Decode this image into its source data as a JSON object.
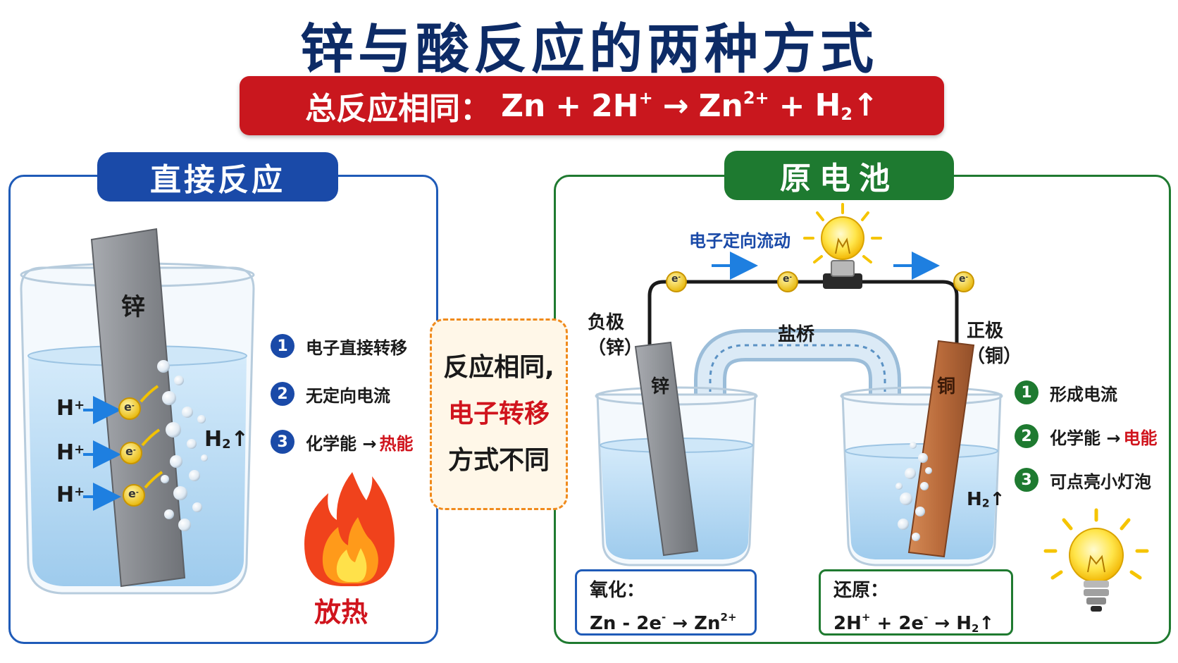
{
  "title": "锌与酸反应的两种方式",
  "banner": {
    "prefix": "总反应相同：",
    "reactant_zn": "Zn",
    "plus1": "+",
    "reactant_h": "2H",
    "h_charge": "+",
    "arrow": "→",
    "product_zn": "Zn",
    "zn_charge": "2+",
    "plus2": "+",
    "product_h": "H",
    "h_sub": "2",
    "gas_arrow": "↑"
  },
  "left_panel": {
    "tab": "直接反应",
    "zinc_label": "锌",
    "hydrogen_ion": "H",
    "ion_charge": "+",
    "electron": "e",
    "electron_charge": "-",
    "gas_label": "H",
    "gas_sub": "2",
    "gas_arrow": "↑",
    "steps": [
      {
        "num": "1",
        "text": "电子直接转移"
      },
      {
        "num": "2",
        "text": "无定向电流"
      },
      {
        "num": "3",
        "text": "化学能 →",
        "accent": "热能"
      }
    ],
    "heat_label": "放热"
  },
  "center_box": {
    "line1": "反应相同,",
    "line2": "电子转移",
    "line3": "方式不同"
  },
  "right_panel": {
    "tab": "原电池",
    "flow_label": "电子定向流动",
    "electron": "e",
    "electron_charge": "-",
    "salt_bridge": "盐桥",
    "negative_label": "负极",
    "negative_material": "（锌）",
    "positive_label": "正极",
    "positive_material": "（铜）",
    "zinc_label": "锌",
    "copper_label": "铜",
    "gas_label": "H",
    "gas_sub": "2",
    "gas_arrow": "↑",
    "oxidation": {
      "title": "氧化：",
      "lhs": "Zn - 2e",
      "e_charge": "-",
      "arrow": "→",
      "rhs": "Zn",
      "rhs_charge": "2+"
    },
    "reduction": {
      "title": "还原：",
      "lhs": "2H",
      "h_charge": "+",
      "mid": "+ 2e",
      "e_charge": "-",
      "arrow": "→",
      "rhs": "H",
      "rhs_sub": "2",
      "gas_arrow": "↑"
    },
    "steps": [
      {
        "num": "1",
        "text": "形成电流"
      },
      {
        "num": "2",
        "text": "化学能 →",
        "accent": "电能"
      },
      {
        "num": "3",
        "text": "可点亮小灯泡"
      }
    ]
  },
  "colors": {
    "title": "#0d2b66",
    "banner": "#c9171e",
    "left_accent": "#1a4aa8",
    "right_accent": "#1e7a30",
    "highlight": "#d0141d",
    "dashed_box": "#f08a1c",
    "electron": "#f2c200",
    "flow_arrow": "#1e7fe0",
    "zinc": "#8e9196",
    "copper": "#b86a3a",
    "solution": "#a9d4f2"
  },
  "icons": [
    "flame-icon",
    "light-bulb-icon",
    "electron-icon",
    "bubble-icon",
    "beaker-icon"
  ]
}
